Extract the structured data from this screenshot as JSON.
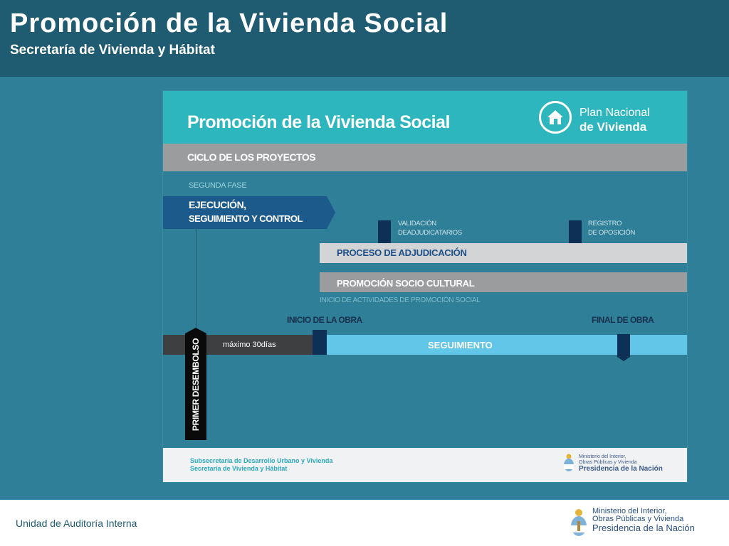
{
  "header": {
    "title": "Promoción de la Vivienda Social",
    "subtitle": "Secretaría de Vivienda y Hábitat"
  },
  "slide": {
    "title": "Promoción de la Vivienda Social",
    "logo": {
      "icon": "house-icon",
      "line1": "Plan Nacional",
      "line2": "de Vivienda"
    },
    "cycle_label": "CICLO DE LOS PROYECTOS",
    "phase_label": "SEGUNDA FASE",
    "phase_title_line1": "EJECUCIÓN,",
    "phase_title_line2": "SEGUIMIENTO Y CONTROL",
    "markers": {
      "validacion_line1": "VALIDACIÓN",
      "validacion_line2": "DEADJUDICATARIOS",
      "registro_line1": "REGISTRO",
      "registro_line2": "DE OPOSICIÓN"
    },
    "bands": {
      "adjudicacion": "PROCESO DE ADJUDICACIÓN",
      "socio_cultural": "PROMOCIÓN SOCIO  CULTURAL",
      "social_start": "INICIO DE ACTIVIDADES DE PROMOCIÓN SOCIAL"
    },
    "timeline": {
      "inicio": "INICIO DE LA OBRA",
      "final": "FINAL DE OBRA",
      "maximo": "máximo 30días",
      "seguimiento": "SEGUIMIENTO",
      "desembolso": "PRIMER DESEMBOLSO"
    },
    "footer": {
      "left_line1": "Subsecretaría de Desarrollo Urbano y Vivienda",
      "left_line2": "Secretaría de Vivienda y Hábitat",
      "right_line1": "Ministerio del Interior,",
      "right_line2": "Obras Públicas y Vivienda",
      "right_line3": "Presidencia de la Nación"
    }
  },
  "footer": {
    "left": "Unidad de Auditoría Interna",
    "right_line1": "Ministerio del Interior,",
    "right_line2": "Obras Públicas y Vivienda",
    "right_line3": "Presidencia de la Nación",
    "emblem": "coat-of-arms-icon"
  },
  "colors": {
    "background": "#2e7f97",
    "header": "#1f5c71",
    "turquoise": "#2db6bd",
    "gray_band": "#9a9c9e",
    "navy": "#0e2f56",
    "light_blue": "#62c6e8"
  }
}
